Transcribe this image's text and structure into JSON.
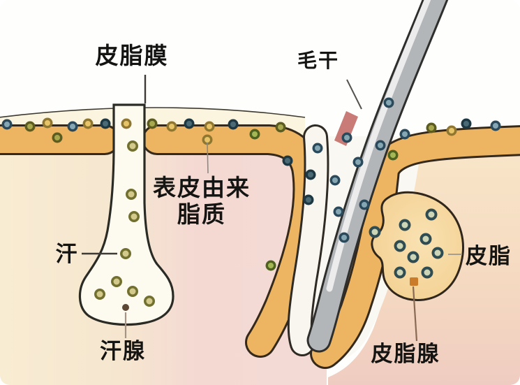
{
  "labels": {
    "sebum_film": "皮脂膜",
    "hair_shaft": "毛干",
    "epidermis_lipids_line1": "表皮由来",
    "epidermis_lipids_line2": "脂质",
    "sweat": "汗",
    "sweat_gland": "汗腺",
    "sebum": "皮脂",
    "sebaceous_gland": "皮脂腺"
  },
  "colors": {
    "background_top": "#fefefd",
    "sebum_film_fill": "#fbf4df",
    "epidermis_orange": "#edb561",
    "gland_fill": "#f5d296",
    "outline_dark": "#35291b",
    "duct_fill": "#fdfaf0",
    "hair_gray": "#b3b6b9",
    "hair_highlight": "#ececed",
    "hair_red_patch": "#c4706b",
    "dermis_left_cream": "#f8ecd3",
    "dermis_center_pink": "#f4d9d3",
    "dermis_right_peach": "#f8e5c8",
    "dermis_right_bottom": "#efccc1",
    "label_text": "#141412"
  },
  "dot_types": {
    "y": {
      "ring": "#8f7731",
      "center": "#e6c467",
      "r1": 7.5,
      "r2": 4
    },
    "o": {
      "ring": "#5c5c20",
      "center": "#a8a84e",
      "r1": 7.5,
      "r2": 4
    },
    "b": {
      "ring": "#2a4a5c",
      "center": "#85a7b4",
      "r1": 7.5,
      "r2": 4
    },
    "n": {
      "ring": "#1e3843",
      "center": "#4a6a75",
      "r1": 7.5,
      "r2": 4
    },
    "g": {
      "ring": "#4e611f",
      "center": "#a3b854",
      "r1": 7.5,
      "r2": 4
    },
    "s": {
      "ring": "#71702f",
      "center": "#d3c98b",
      "r1": 8,
      "r2": 4.5
    },
    "gl": {
      "ring": "#2f4c52",
      "center": "#ccd5b5",
      "r1": 8.5,
      "r2": 4.5
    },
    "sm": {
      "ring": "#5c4734",
      "center": "#5c4734",
      "r1": 5,
      "r2": 5
    },
    "sq": {
      "ring": "#cb7c2b",
      "center": "#cb7c2b",
      "r1": 6,
      "r2": 6
    }
  },
  "dots": {
    "surface_left": [
      [
        10,
        178,
        "b"
      ],
      [
        43,
        181,
        "o"
      ],
      [
        68,
        176,
        "y"
      ],
      [
        104,
        181,
        "b"
      ],
      [
        126,
        177,
        "y"
      ],
      [
        151,
        177,
        "n"
      ],
      [
        181,
        177,
        "y"
      ],
      [
        218,
        177,
        "o"
      ],
      [
        246,
        181,
        "y"
      ],
      [
        271,
        177,
        "n"
      ],
      [
        300,
        181,
        "y"
      ],
      [
        334,
        178,
        "n"
      ],
      [
        365,
        192,
        "g"
      ],
      [
        402,
        182,
        "o"
      ],
      [
        82,
        197,
        "o"
      ],
      [
        297,
        200,
        "y"
      ]
    ],
    "surface_right": [
      [
        545,
        208,
        "b"
      ],
      [
        563,
        222,
        "g"
      ],
      [
        580,
        192,
        "b"
      ],
      [
        618,
        183,
        "o"
      ],
      [
        647,
        187,
        "y"
      ],
      [
        668,
        177,
        "n"
      ],
      [
        710,
        180,
        "b"
      ]
    ],
    "hair_and_follicle": [
      [
        557,
        147,
        "b"
      ],
      [
        412,
        230,
        "n"
      ],
      [
        455,
        212,
        "b"
      ],
      [
        497,
        197,
        "b"
      ],
      [
        513,
        232,
        "b"
      ],
      [
        445,
        250,
        "n"
      ],
      [
        480,
        258,
        "b"
      ],
      [
        442,
        286,
        "n"
      ],
      [
        522,
        293,
        "b"
      ],
      [
        485,
        303,
        "b"
      ],
      [
        493,
        340,
        "b"
      ],
      [
        388,
        380,
        "g"
      ]
    ],
    "sebaceous_gland": [
      [
        618,
        307,
        "gl"
      ],
      [
        580,
        322,
        "gl"
      ],
      [
        537,
        332,
        "gl"
      ],
      [
        610,
        342,
        "gl"
      ],
      [
        573,
        352,
        "gl"
      ],
      [
        627,
        362,
        "gl"
      ],
      [
        592,
        368,
        "gl"
      ],
      [
        573,
        390,
        "gl"
      ],
      [
        612,
        390,
        "gl"
      ],
      [
        593,
        403,
        "sq"
      ]
    ],
    "sweat_gland": [
      [
        190,
        209,
        "s"
      ],
      [
        188,
        278,
        "s"
      ],
      [
        192,
        310,
        "s"
      ],
      [
        180,
        363,
        "s"
      ],
      [
        167,
        403,
        "s"
      ],
      [
        143,
        421,
        "s"
      ],
      [
        190,
        417,
        "s"
      ],
      [
        214,
        431,
        "s"
      ],
      [
        180,
        440,
        "sm"
      ]
    ]
  }
}
